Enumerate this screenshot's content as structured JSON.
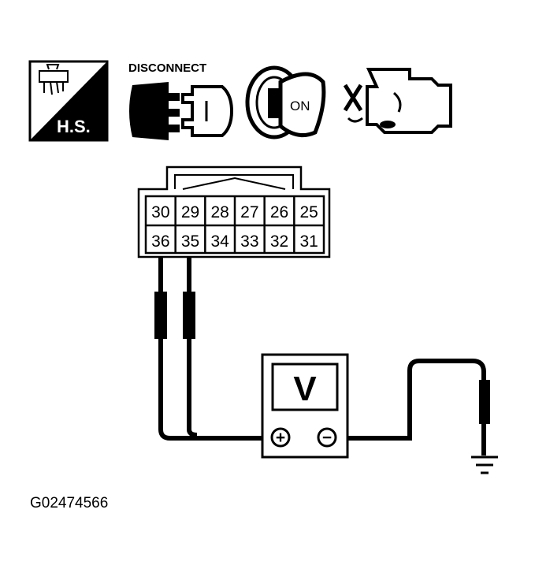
{
  "icons": {
    "hs_label": "H.S.",
    "disconnect_label": "DISCONNECT",
    "ignition_label": "ON"
  },
  "connector": {
    "top_row": [
      "30",
      "29",
      "28",
      "27",
      "26",
      "25"
    ],
    "bottom_row": [
      "36",
      "35",
      "34",
      "33",
      "32",
      "31"
    ]
  },
  "meter": {
    "label": "V",
    "positive_symbol": "+",
    "negative_symbol": "−"
  },
  "figure_id": "G02474566"
}
